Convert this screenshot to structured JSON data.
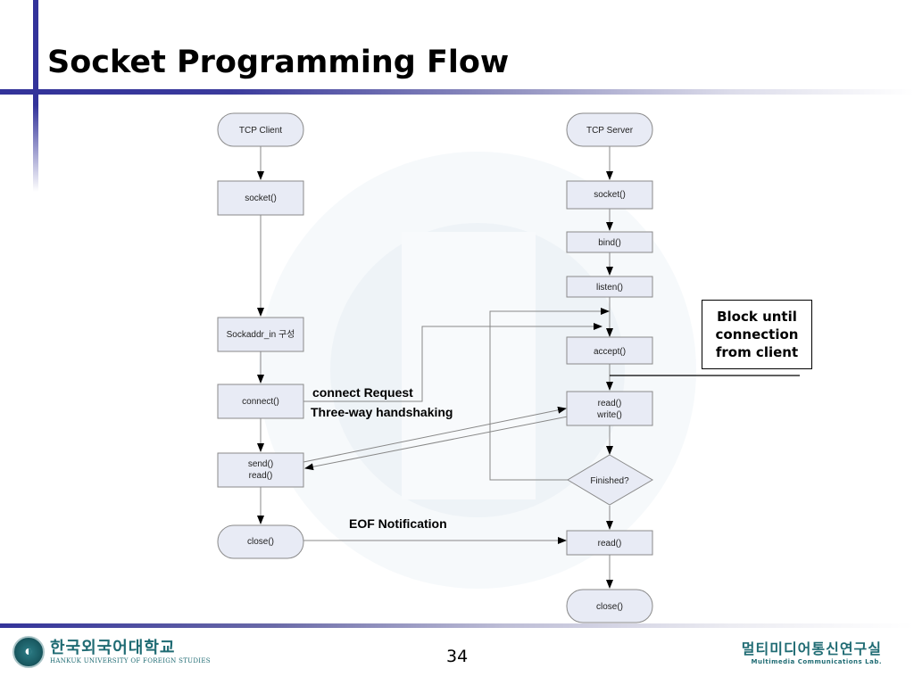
{
  "slide": {
    "title": "Socket Programming Flow",
    "page_number": "34"
  },
  "colors": {
    "accent_bar": "#33339a",
    "node_fill": "#e8ebf5",
    "node_stroke": "#8a8a8a",
    "connector": "#777777",
    "logo_teal": "#1f6b73"
  },
  "client": {
    "start": "TCP Client",
    "socket": "socket()",
    "sockaddr": "Sockaddr_in 구성",
    "connect": "connect()",
    "send_line1": "send()",
    "send_line2": "read()",
    "close": "close()"
  },
  "server": {
    "start": "TCP Server",
    "socket": "socket()",
    "bind": "bind()",
    "listen": "listen()",
    "accept": "accept()",
    "rw_line1": "read()",
    "rw_line2": "write()",
    "finished": "Finished?",
    "read": "read()",
    "close": "close()"
  },
  "annotations": {
    "connect_request": "connect Request",
    "handshake": "Three-way handshaking",
    "eof": "EOF Notification",
    "callout_line1": "Block until",
    "callout_line2": "connection",
    "callout_line3": "from client"
  },
  "footer": {
    "university_ko": "한국외국어대학교",
    "university_en": "HANKUK UNIVERSITY OF FOREIGN STUDIES",
    "lab_ko": "멀티미디어통신연구실",
    "lab_en": "Multimedia Communications Lab."
  }
}
